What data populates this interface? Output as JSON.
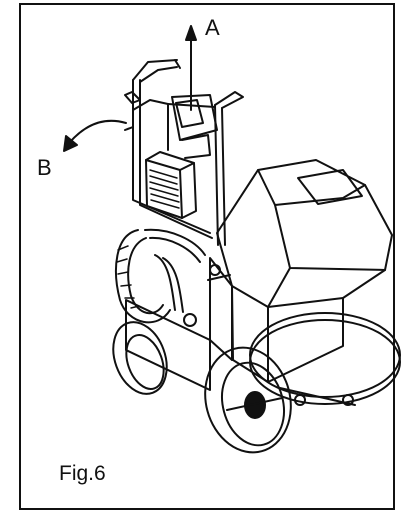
{
  "labels": {
    "a": "A",
    "b": "B"
  },
  "caption": "Fig.6",
  "colors": {
    "ink": "#111111",
    "paper": "#ffffff"
  },
  "icons": [
    "arrow-up-icon",
    "curved-arrow-icon"
  ]
}
